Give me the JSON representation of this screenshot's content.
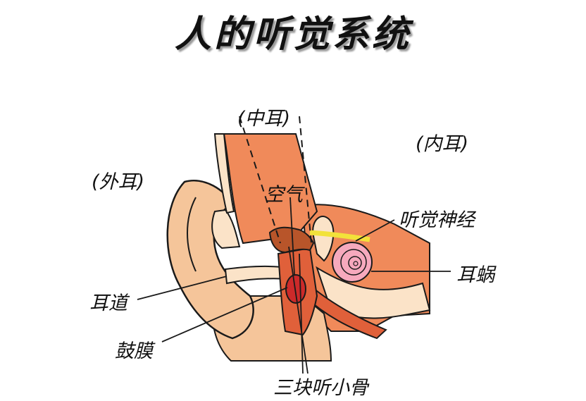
{
  "title": "人的听觉系统",
  "regions": {
    "outer": "(外耳)",
    "middle": "(中耳)",
    "inner": "(内耳)"
  },
  "labels": {
    "air": "空气",
    "auditory_nerve": "听觉神经",
    "cochlea": "耳蜗",
    "ear_canal": "耳道",
    "eardrum": "鼓膜",
    "ossicles": "三块听小骨"
  },
  "colors": {
    "skin": "#f5c59a",
    "tissue": "#f08a5a",
    "tissue_dark": "#e0603a",
    "bone": "#fbe3c8",
    "cochlea": "#f6a9bd",
    "nerve": "#f2e23a",
    "ossicle": "#b8552a",
    "eardrum": "#cc2a2a",
    "outline": "#1a1a1a"
  }
}
